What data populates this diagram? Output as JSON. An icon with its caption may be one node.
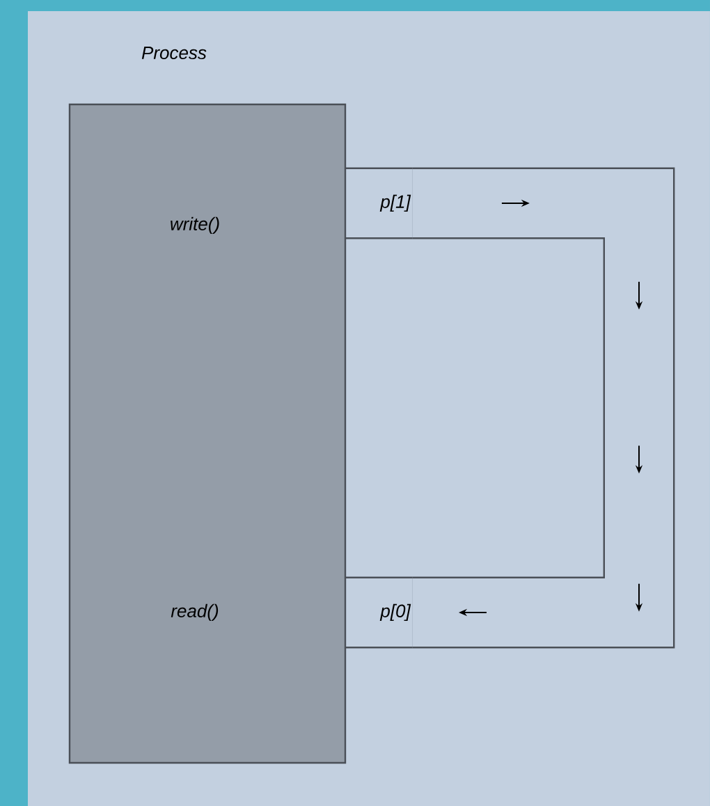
{
  "diagram": {
    "nodes": [
      {
        "text": [
          "Process",
          "write()",
          "read()"
        ]
      },
      {
        "text": [
          "p[1]"
        ]
      },
      {
        "text": [
          "p[0]"
        ]
      }
    ],
    "edges": [
      {
        "from": 1,
        "to": 2,
        "arrow": "to"
      }
    ]
  }
}
